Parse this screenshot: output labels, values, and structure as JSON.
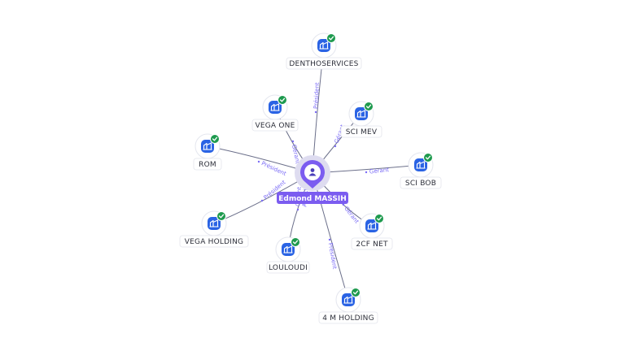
{
  "center": {
    "name": "Edmond MASSIH",
    "icon": "person-icon",
    "color": "#7b5cf0"
  },
  "companies": [
    {
      "id": "denthoservices",
      "name": "DENTHOSERVICES",
      "role": "Président",
      "icon": "building-icon",
      "verified": true
    },
    {
      "id": "vega-one",
      "name": "VEGA ONE",
      "role": "Gérant",
      "icon": "building-icon",
      "verified": true
    },
    {
      "id": "sci-mev",
      "name": "SCI MEV",
      "role": "Gérant",
      "icon": "building-icon",
      "verified": true
    },
    {
      "id": "rom",
      "name": "ROM",
      "role": "Président",
      "icon": "building-icon",
      "verified": true
    },
    {
      "id": "sci-bob",
      "name": "SCI BOB",
      "role": "Gérant",
      "icon": "building-icon",
      "verified": true
    },
    {
      "id": "vega-holding",
      "name": "VEGA HOLDING",
      "role": "Président",
      "icon": "building-icon",
      "verified": true
    },
    {
      "id": "2cf-net",
      "name": "2CF NET",
      "role": "Gérant",
      "icon": "building-icon",
      "verified": true
    },
    {
      "id": "louloudi",
      "name": "LOULOUDI",
      "role": "Gérant Associé",
      "icon": "building-icon",
      "verified": true
    },
    {
      "id": "4m-holding",
      "name": "4 M HOLDING",
      "role": "Président",
      "icon": "building-icon",
      "verified": true
    }
  ],
  "colors": {
    "company_icon": "#2a63e4",
    "verified_badge": "#1e9a4e",
    "edge_label": "#7b6cf6",
    "edge_line": "#6b6f8a"
  }
}
